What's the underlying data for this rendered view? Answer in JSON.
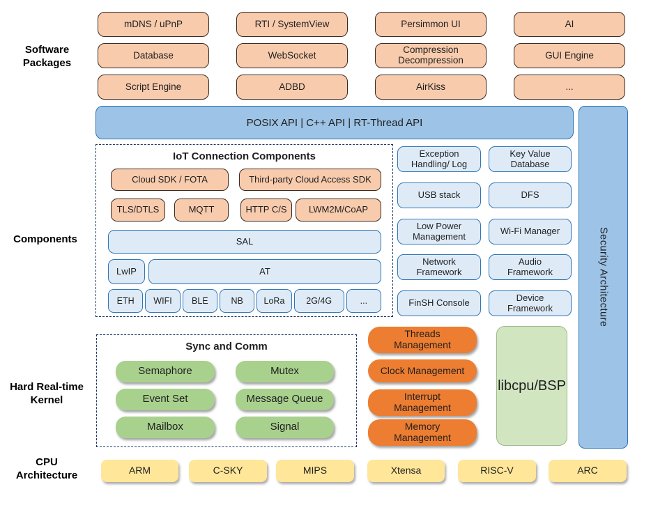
{
  "colors": {
    "peach": "#F8CBAD",
    "peach-border": "#3a2a20",
    "blue": "#9DC3E6",
    "blue-border": "#2E75B6",
    "panel": "#DEEBF7",
    "panel-border": "#2E75B6",
    "dash": "#1F3864",
    "green": "#A9D18E",
    "orange": "#ED7D31",
    "libcpu": "#D2E5C1",
    "libcpu-border": "#9CBA88",
    "yellow": "#FFE699",
    "ink": "#1f1f1f"
  },
  "left_labels": {
    "software": "Software\nPackages",
    "components": "Components",
    "kernel": "Hard Real-time\nKernel",
    "cpu": "CPU\nArchitecture"
  },
  "software_packages": {
    "rows": [
      [
        "mDNS / uPnP",
        "RTI / SystemView",
        "Persimmon UI",
        "AI"
      ],
      [
        "Database",
        "WebSocket",
        "Compression\nDecompression",
        "GUI Engine"
      ],
      [
        "Script Engine",
        "ADBD",
        "AirKiss",
        "..."
      ]
    ]
  },
  "api_bar": {
    "label": "POSIX API | C++ API | RT-Thread API"
  },
  "security_bar": {
    "label": "Security Architecture"
  },
  "iot": {
    "title": "IoT Connection Components",
    "cloud_row": [
      "Cloud SDK / FOTA",
      "Third-party Cloud Access SDK"
    ],
    "protocol_row": [
      "TLS/DTLS",
      "MQTT",
      "HTTP C/S",
      "LWM2M/CoAP"
    ],
    "sal": "SAL",
    "lwip": "LwIP",
    "at": "AT",
    "link_row": [
      "ETH",
      "WIFI",
      "BLE",
      "NB",
      "LoRa",
      "2G/4G",
      "..."
    ]
  },
  "services": {
    "rows": [
      [
        "Exception\nHandling/ Log",
        "Key Value\nDatabase"
      ],
      [
        "USB stack",
        "DFS"
      ],
      [
        "Low Power\nManagement",
        "Wi-Fi Manager"
      ],
      [
        "Network\nFramework",
        "Audio\nFramework"
      ],
      [
        "FinSH Console",
        "Device\nFramework"
      ]
    ]
  },
  "kernel": {
    "sync_title": "Sync and Comm",
    "sync_rows": [
      [
        "Semaphore",
        "Mutex"
      ],
      [
        "Event Set",
        "Message Queue"
      ],
      [
        "Mailbox",
        "Signal"
      ]
    ],
    "management": [
      "Threads\nManagement",
      "Clock Management",
      "Interrupt\nManagement",
      "Memory\nManagement"
    ],
    "libcpu": "libcpu/BSP"
  },
  "cpu": {
    "archs": [
      "ARM",
      "C-SKY",
      "MIPS",
      "Xtensa",
      "RISC-V",
      "ARC"
    ]
  }
}
